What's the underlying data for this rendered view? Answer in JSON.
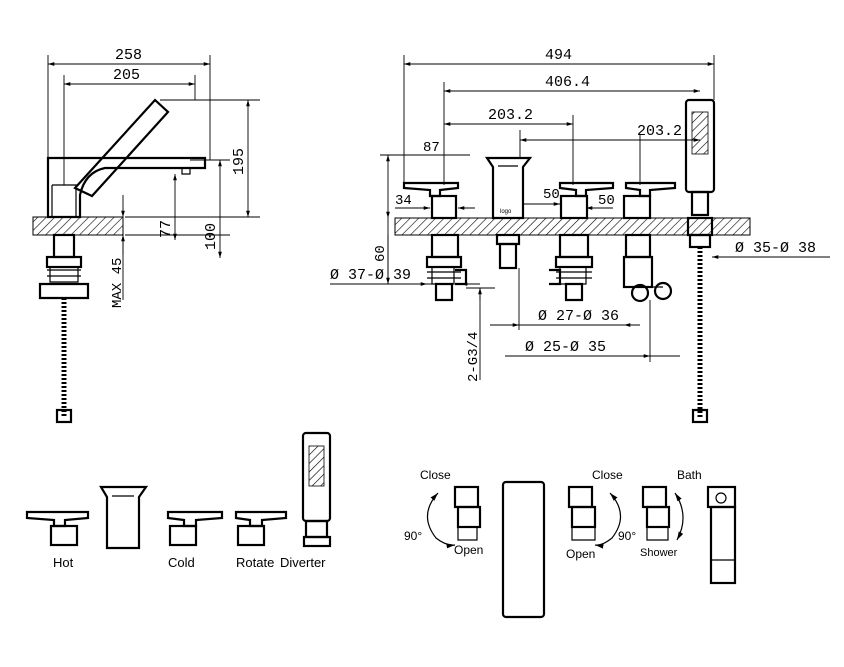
{
  "dimensions": {
    "side_width_total": "258",
    "side_spout_reach": "205",
    "side_height": "195",
    "side_spout_height": "100",
    "side_handle_height": "77",
    "side_max_deck": "MAX 45",
    "front_total": "494",
    "front_handles_span": "406.4",
    "front_spacing_left": "203.2",
    "front_spacing_right": "203.2",
    "front_handle_height": "87",
    "front_handle_depth": "34",
    "front_valve_50_left": "50",
    "front_valve_50_right": "50",
    "front_deck_60": "60",
    "dia_valve": "Ø 37-Ø 39",
    "dia_shower": "Ø 35-Ø 38",
    "dia_spout_a": "Ø 27-Ø 36",
    "dia_spout_b": "Ø 25-Ø 35",
    "connection": "2-G3/4"
  },
  "components": {
    "hot": "Hot",
    "cold": "Cold",
    "rotate": "Rotate",
    "diverter": "Diverter"
  },
  "operation": {
    "left_close": "Close",
    "left_open": "Open",
    "left_angle": "90°",
    "right_close": "Close",
    "right_open": "Open",
    "right_angle": "90°",
    "bath": "Bath",
    "shower": "Shower"
  }
}
